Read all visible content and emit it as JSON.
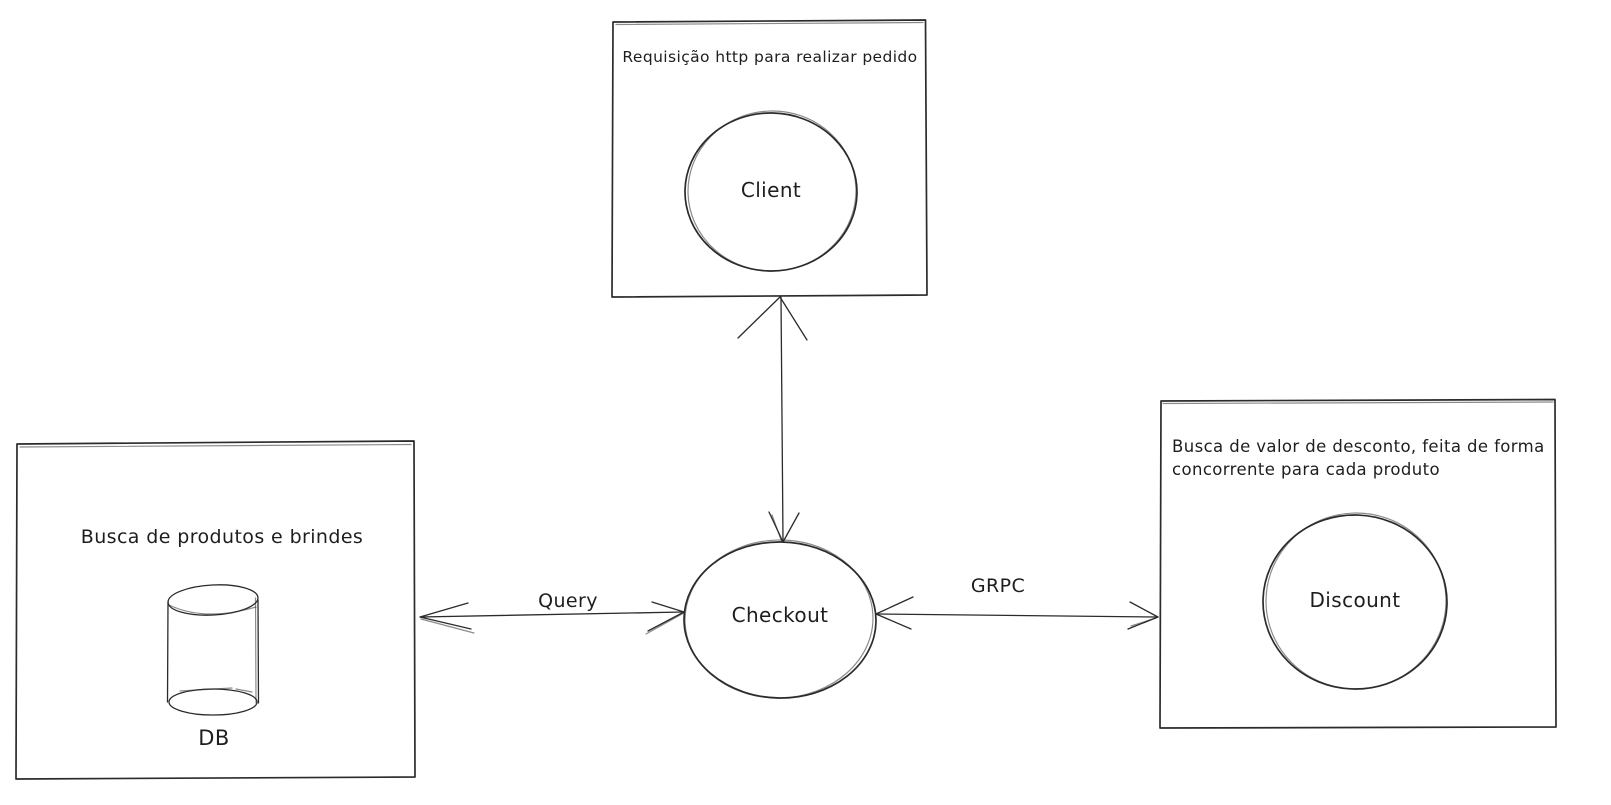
{
  "diagram": {
    "background": "#ffffff",
    "stroke_color": "#2b2b2b",
    "groups": {
      "client_request": {
        "note": "Requisição http para realizar pedido",
        "node_label": "Client"
      },
      "products_search": {
        "note": "Busca de produtos e brindes",
        "db_label": "DB"
      },
      "discount_search": {
        "note_line1": "Busca de valor de desconto, feita de forma",
        "note_line2": "concorrente para cada produto",
        "node_label": "Discount"
      }
    },
    "central_node": {
      "label": "Checkout"
    },
    "edges": {
      "query": {
        "label": "Query"
      },
      "grpc": {
        "label": "GRPC"
      }
    }
  }
}
